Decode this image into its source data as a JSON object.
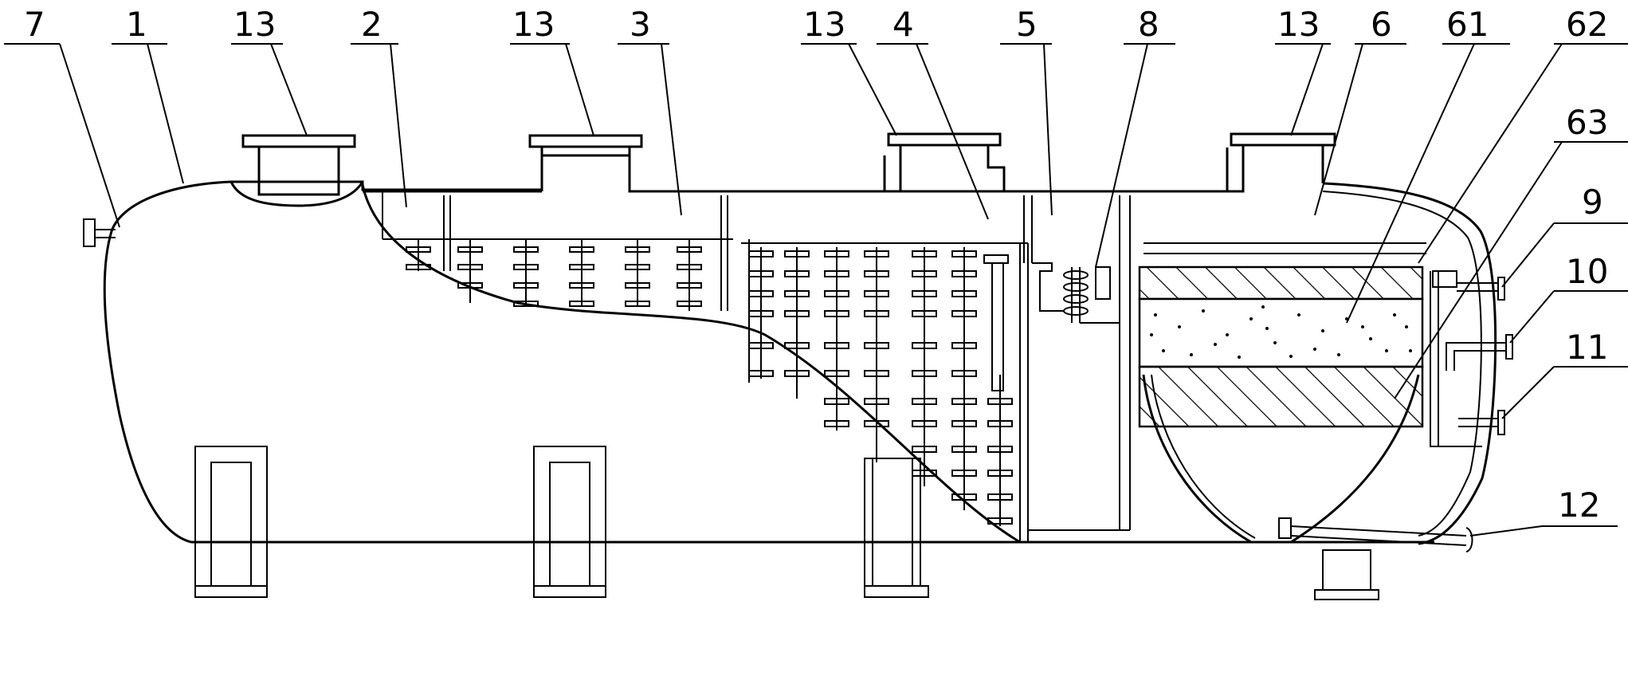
{
  "labels": {
    "l7": "7",
    "l1": "1",
    "l13a": "13",
    "l2": "2",
    "l13b": "13",
    "l3": "3",
    "l13c": "13",
    "l4": "4",
    "l5": "5",
    "l8": "8",
    "l13d": "13",
    "l6": "6",
    "l61": "61",
    "l62": "62",
    "l63": "63",
    "l9": "9",
    "l10": "10",
    "l11": "11",
    "l12": "12"
  },
  "colors": {
    "line": "#000000",
    "background": "#ffffff"
  }
}
